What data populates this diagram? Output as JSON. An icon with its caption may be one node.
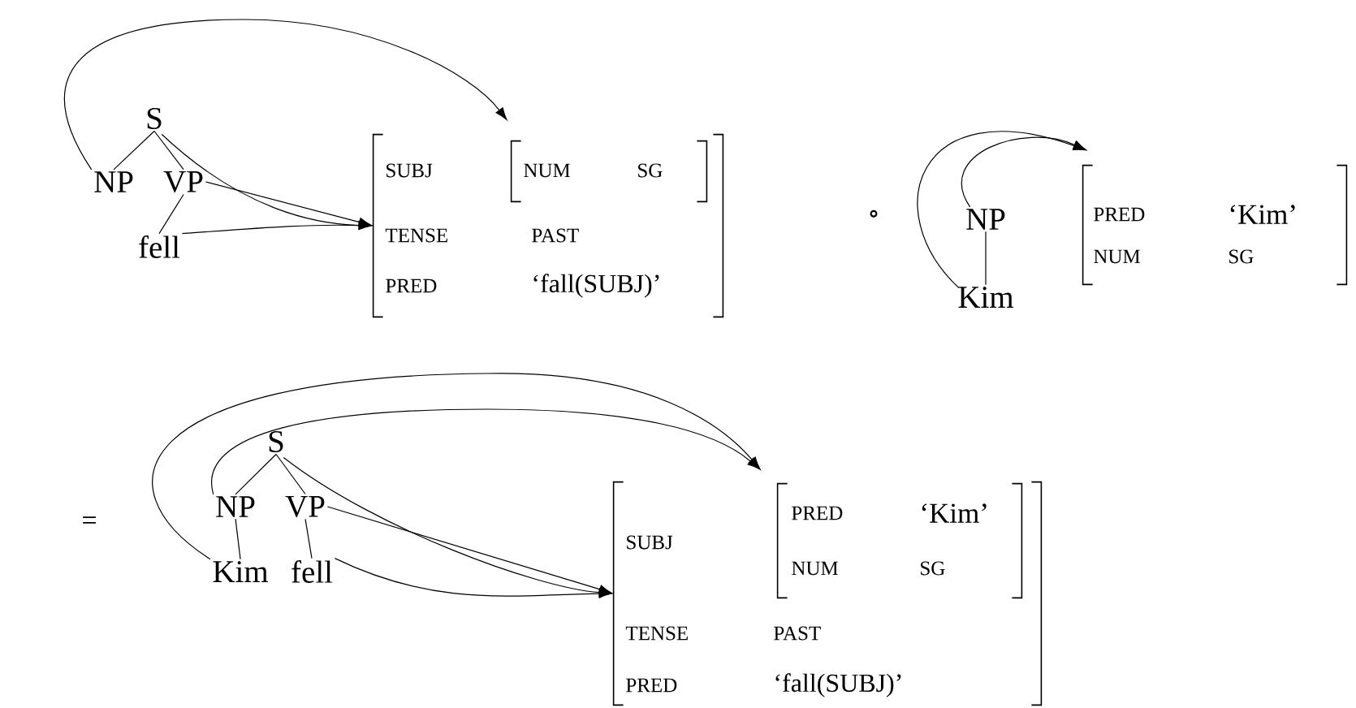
{
  "diagram": {
    "nodes": [
      {
        "text": [
          "S"
        ]
      },
      {
        "text": [
          "NP"
        ]
      },
      {
        "text": [
          "VP"
        ]
      },
      {
        "text": [
          "fell"
        ]
      },
      {
        "text": [
          "SUBJ",
          "TENSE",
          "PAST",
          "PRED",
          "‘fall(SUBJ)’"
        ]
      },
      {
        "text": [
          "NUM",
          "SG"
        ],
        "in": 4
      },
      {
        "text": [
          "NP"
        ]
      },
      {
        "text": [
          "Kim"
        ]
      },
      {
        "text": [
          "PRED",
          "‘Kim’",
          "NUM",
          "SG"
        ]
      },
      {
        "text": [
          "S"
        ]
      },
      {
        "text": [
          "NP"
        ]
      },
      {
        "text": [
          "VP"
        ]
      },
      {
        "text": [
          "Kim"
        ]
      },
      {
        "text": [
          "fell"
        ]
      },
      {
        "text": [
          "SUBJ",
          "TENSE",
          "PAST",
          "PRED",
          "‘fall(SUBJ)’"
        ]
      },
      {
        "text": [
          "PRED",
          "‘Kim’",
          "NUM",
          "SG"
        ],
        "in": 14
      }
    ],
    "edges": [
      {
        "from": 0,
        "to": 1,
        "arrow": "none"
      },
      {
        "from": 0,
        "to": 2,
        "arrow": "none"
      },
      {
        "from": 2,
        "to": 3,
        "arrow": "none"
      },
      {
        "from": 1,
        "to": 5,
        "arrow": "to"
      },
      {
        "from": 0,
        "to": 4,
        "arrow": "to"
      },
      {
        "from": 2,
        "to": 4,
        "arrow": "to"
      },
      {
        "from": 3,
        "to": 4,
        "arrow": "to"
      },
      {
        "from": 6,
        "to": 7,
        "arrow": "none"
      },
      {
        "from": 6,
        "to": 8,
        "arrow": "to"
      },
      {
        "from": 7,
        "to": 8,
        "arrow": "to"
      },
      {
        "from": 9,
        "to": 10,
        "arrow": "none"
      },
      {
        "from": 9,
        "to": 11,
        "arrow": "none"
      },
      {
        "from": 10,
        "to": 12,
        "arrow": "none"
      },
      {
        "from": 11,
        "to": 13,
        "arrow": "none"
      },
      {
        "from": 12,
        "to": 15,
        "arrow": "to"
      },
      {
        "from": 10,
        "to": 15,
        "arrow": "to"
      },
      {
        "from": 9,
        "to": 14,
        "arrow": "to"
      },
      {
        "from": 11,
        "to": 14,
        "arrow": "to"
      },
      {
        "from": 13,
        "to": 14,
        "arrow": "to"
      }
    ],
    "labels": [
      "∘",
      "="
    ]
  }
}
